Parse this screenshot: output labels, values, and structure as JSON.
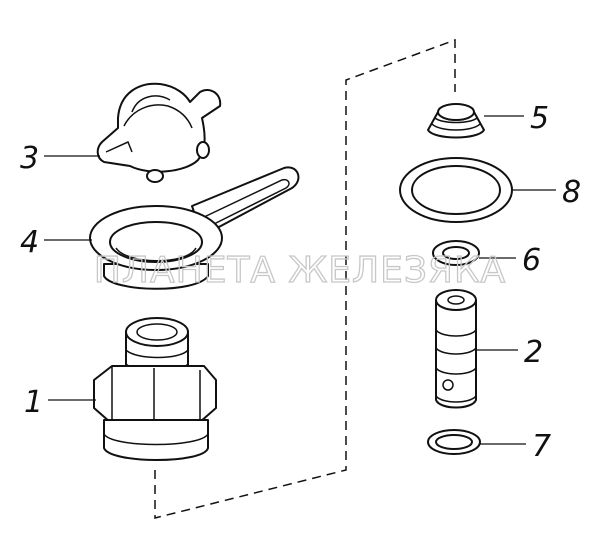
{
  "watermark": "ПЛАНЕТА ЖЕЛЕЗЯКА",
  "callouts": [
    {
      "id": "valve-body",
      "label": "1"
    },
    {
      "id": "valve-stem",
      "label": "2"
    },
    {
      "id": "protective-cap",
      "label": "3"
    },
    {
      "id": "clamping-ring",
      "label": "4"
    },
    {
      "id": "spring",
      "label": "5"
    },
    {
      "id": "washer",
      "label": "6"
    },
    {
      "id": "o-ring-small",
      "label": "7"
    },
    {
      "id": "o-ring-large",
      "label": "8"
    }
  ]
}
